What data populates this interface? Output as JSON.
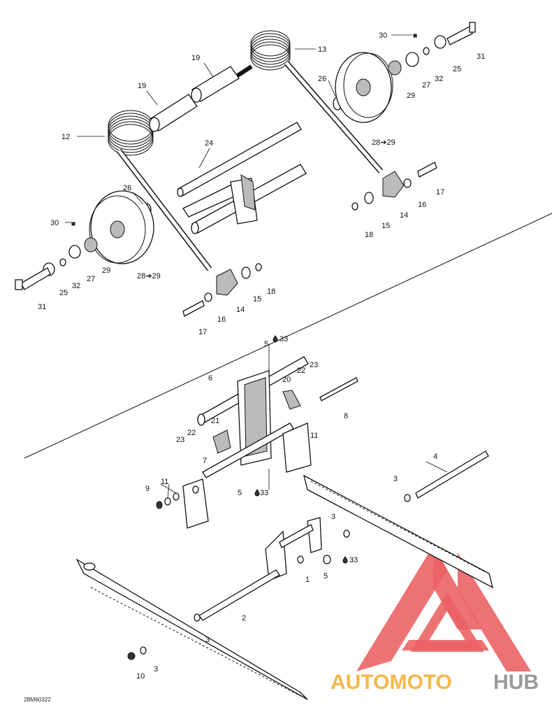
{
  "drawing_code": "2BM60322",
  "watermark": {
    "text_orange": "AUTOMOTO",
    "text_gray": "HUB",
    "color_orange": "#f2b84b",
    "color_gray": "#9a9a9a",
    "color_logo": "#e8474a"
  },
  "callouts": [
    {
      "id": "c-13a",
      "text": "13"
    },
    {
      "id": "c-19a",
      "text": "19"
    },
    {
      "id": "c-19b",
      "text": "19"
    },
    {
      "id": "c-12",
      "text": "12"
    },
    {
      "id": "c-24",
      "text": "24"
    },
    {
      "id": "c-26a",
      "text": "26"
    },
    {
      "id": "c-26b",
      "text": "26"
    },
    {
      "id": "c-30a",
      "text": "30"
    },
    {
      "id": "c-31a",
      "text": "31"
    },
    {
      "id": "c-25a",
      "text": "25"
    },
    {
      "id": "c-32a",
      "text": "32"
    },
    {
      "id": "c-27a",
      "text": "27"
    },
    {
      "id": "c-29a",
      "text": "29"
    },
    {
      "id": "c-2829a",
      "text": "28➔29"
    },
    {
      "id": "c-17a",
      "text": "17"
    },
    {
      "id": "c-16a",
      "text": "16"
    },
    {
      "id": "c-14a",
      "text": "14"
    },
    {
      "id": "c-15a",
      "text": "15"
    },
    {
      "id": "c-18a",
      "text": "18"
    },
    {
      "id": "c-30b",
      "text": "30"
    },
    {
      "id": "c-27b",
      "text": "27"
    },
    {
      "id": "c-29b",
      "text": "29"
    },
    {
      "id": "c-2829b",
      "text": "28➔29"
    },
    {
      "id": "c-31b",
      "text": "31"
    },
    {
      "id": "c-25b",
      "text": "25"
    },
    {
      "id": "c-32b",
      "text": "32"
    },
    {
      "id": "c-18b",
      "text": "18"
    },
    {
      "id": "c-15b",
      "text": "15"
    },
    {
      "id": "c-14b",
      "text": "14"
    },
    {
      "id": "c-16b",
      "text": "16"
    },
    {
      "id": "c-17b",
      "text": "17"
    },
    {
      "id": "c-5a",
      "text": "5"
    },
    {
      "id": "c-33a",
      "text": "33"
    },
    {
      "id": "c-6",
      "text": "6"
    },
    {
      "id": "c-22a",
      "text": "22"
    },
    {
      "id": "c-23a",
      "text": "23"
    },
    {
      "id": "c-20",
      "text": "20"
    },
    {
      "id": "c-8",
      "text": "8"
    },
    {
      "id": "c-11a",
      "text": "11"
    },
    {
      "id": "c-21",
      "text": "21"
    },
    {
      "id": "c-22b",
      "text": "22"
    },
    {
      "id": "c-23b",
      "text": "23"
    },
    {
      "id": "c-7",
      "text": "7"
    },
    {
      "id": "c-5b",
      "text": "5"
    },
    {
      "id": "c-33b",
      "text": "33"
    },
    {
      "id": "c-11b",
      "text": "11"
    },
    {
      "id": "c-9",
      "text": "9"
    },
    {
      "id": "c-4",
      "text": "4"
    },
    {
      "id": "c-3a",
      "text": "3"
    },
    {
      "id": "c-3b",
      "text": "3"
    },
    {
      "id": "c-1",
      "text": "1"
    },
    {
      "id": "c-5c",
      "text": "5"
    },
    {
      "id": "c-33c",
      "text": "33"
    },
    {
      "id": "c-2",
      "text": "2"
    },
    {
      "id": "c-3c",
      "text": "3"
    },
    {
      "id": "c-3d",
      "text": "3"
    },
    {
      "id": "c-10",
      "text": "10"
    }
  ]
}
